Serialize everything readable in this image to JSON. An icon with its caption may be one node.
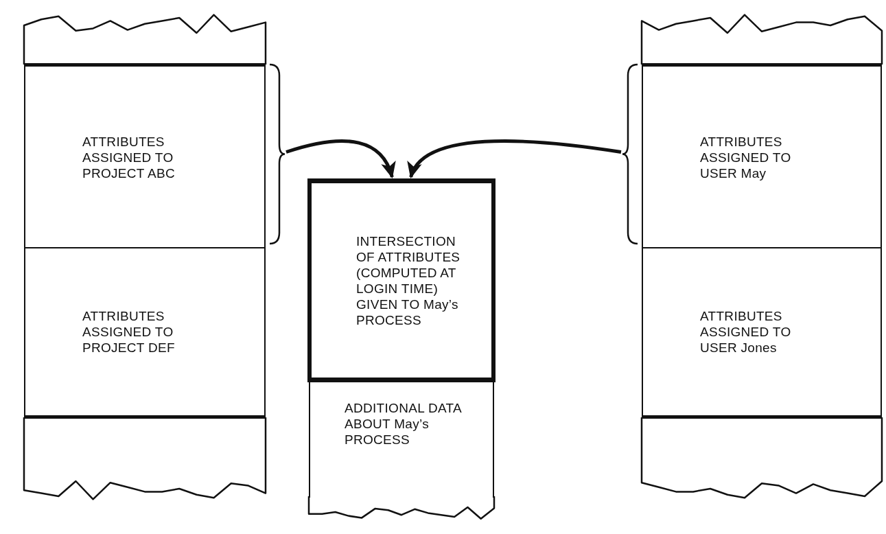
{
  "diagram": {
    "nodes": [
      {
        "text": [],
        "shape": "box"
      },
      {
        "text": [
          "ATTRIBUTES ASSIGNED TO PROJECT ABC"
        ]
      },
      {
        "text": [
          "ATTRIBUTES ASSIGNED TO PROJECT DEF"
        ]
      },
      {
        "text": [],
        "shape": "box"
      },
      {
        "text": [
          "INTERSECTION OF ATTRIBUTES (COMPUTED AT LOGIN TIME) GIVEN TO May’s PROCESS"
        ]
      },
      {
        "text": [
          "ADDITIONAL DATA ABOUT May’s PROCESS"
        ]
      },
      {
        "text": [],
        "shape": "box"
      },
      {
        "text": [
          "ATTRIBUTES ASSIGNED TO USER May"
        ]
      },
      {
        "text": [
          "ATTRIBUTES ASSIGNED TO USER Jones"
        ]
      },
      {
        "text": [],
        "shape": "box"
      }
    ],
    "edges": [
      {
        "from": 1,
        "to": 4,
        "arrow": "to"
      },
      {
        "from": 7,
        "to": 4,
        "arrow": "to"
      }
    ]
  }
}
